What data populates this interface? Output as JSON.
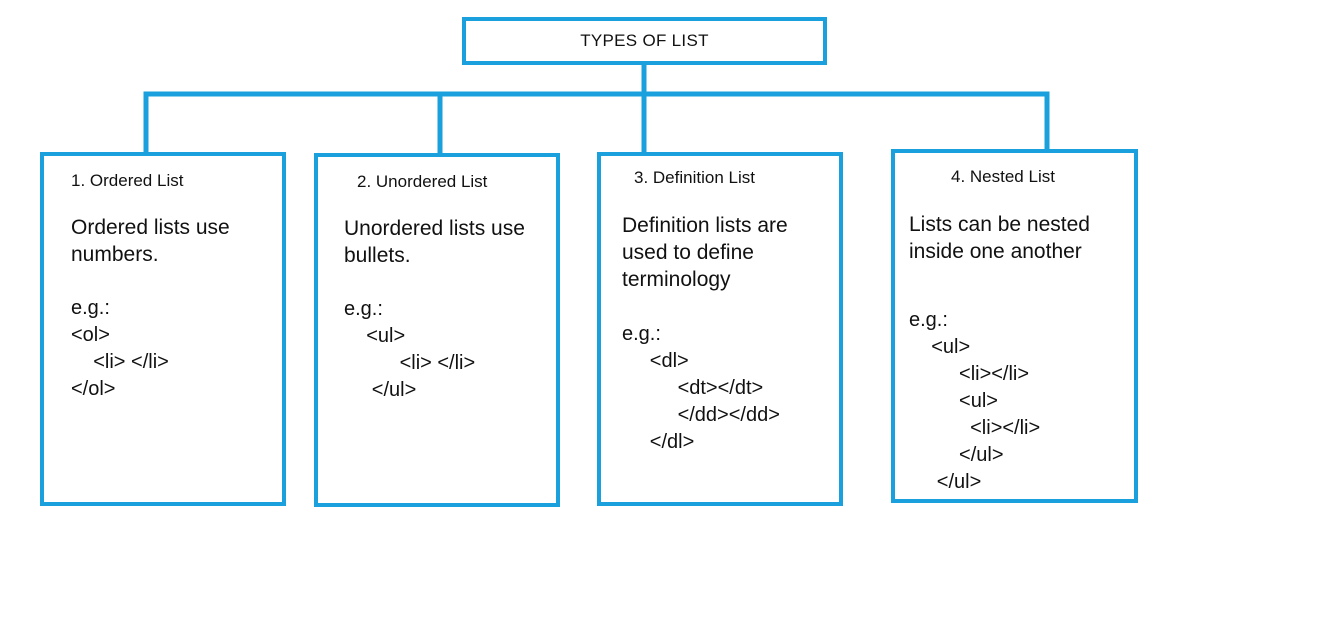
{
  "title": "TYPES OF LIST",
  "accent_color": "#1aa0dc",
  "cards": [
    {
      "title": "1. Ordered List",
      "description": [
        "Ordered lists use",
        "numbers."
      ],
      "example_label": "e.g.:",
      "code": [
        "<ol>",
        "    <li> </li>",
        "</ol>"
      ]
    },
    {
      "title": "2. Unordered List",
      "description": [
        "Unordered lists use",
        "bullets."
      ],
      "example_label": "e.g.:",
      "code": [
        "    <ul>",
        "          <li> </li>",
        "     </ul>"
      ]
    },
    {
      "title": "3. Definition List",
      "description": [
        "Definition lists are",
        "used to define",
        "terminology"
      ],
      "example_label": "e.g.:",
      "code": [
        "     <dl>",
        "          <dt></dt>",
        "          </dd></dd>",
        "     </dl>"
      ]
    },
    {
      "title": "4. Nested List",
      "description": [
        "Lists can be nested",
        "inside one another"
      ],
      "example_label": "e.g.:",
      "code": [
        "    <ul>",
        "         <li></li>",
        "         <ul>",
        "           <li></li>",
        "         </ul>",
        "     </ul>"
      ]
    }
  ]
}
